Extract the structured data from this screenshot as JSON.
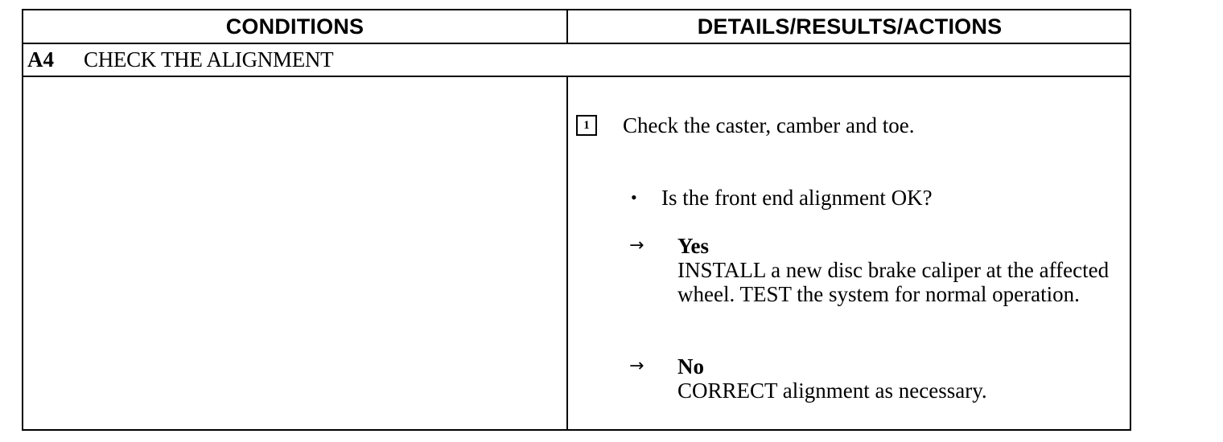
{
  "table": {
    "header_conditions": "CONDITIONS",
    "header_details": "DETAILS/RESULTS/ACTIONS",
    "section_code": "A4",
    "section_title": "CHECK THE ALIGNMENT"
  },
  "step": {
    "number": "1",
    "instruction": "Check the caster, camber and toe.",
    "bullet_glyph": "•",
    "question": "Is the front end alignment OK?"
  },
  "answers": {
    "arrow_glyph": "→",
    "yes": {
      "label": "Yes",
      "action": "INSTALL a new disc brake caliper at the affected wheel. TEST the system for normal operation."
    },
    "no": {
      "label": "No",
      "action": "CORRECT alignment as necessary."
    }
  }
}
